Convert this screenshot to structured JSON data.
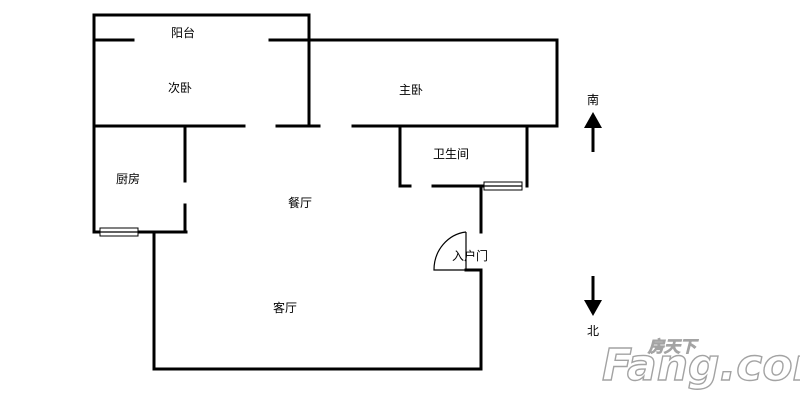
{
  "rooms": {
    "balcony": "阳台",
    "second_bedroom": "次卧",
    "master_bedroom": "主卧",
    "bathroom": "卫生间",
    "kitchen": "厨房",
    "dining": "餐厅",
    "living": "客厅",
    "entrance": "入户门"
  },
  "compass": {
    "south": "南",
    "north": "北"
  },
  "watermark": {
    "brand": "Fang.com",
    "chinese": "房天下"
  }
}
